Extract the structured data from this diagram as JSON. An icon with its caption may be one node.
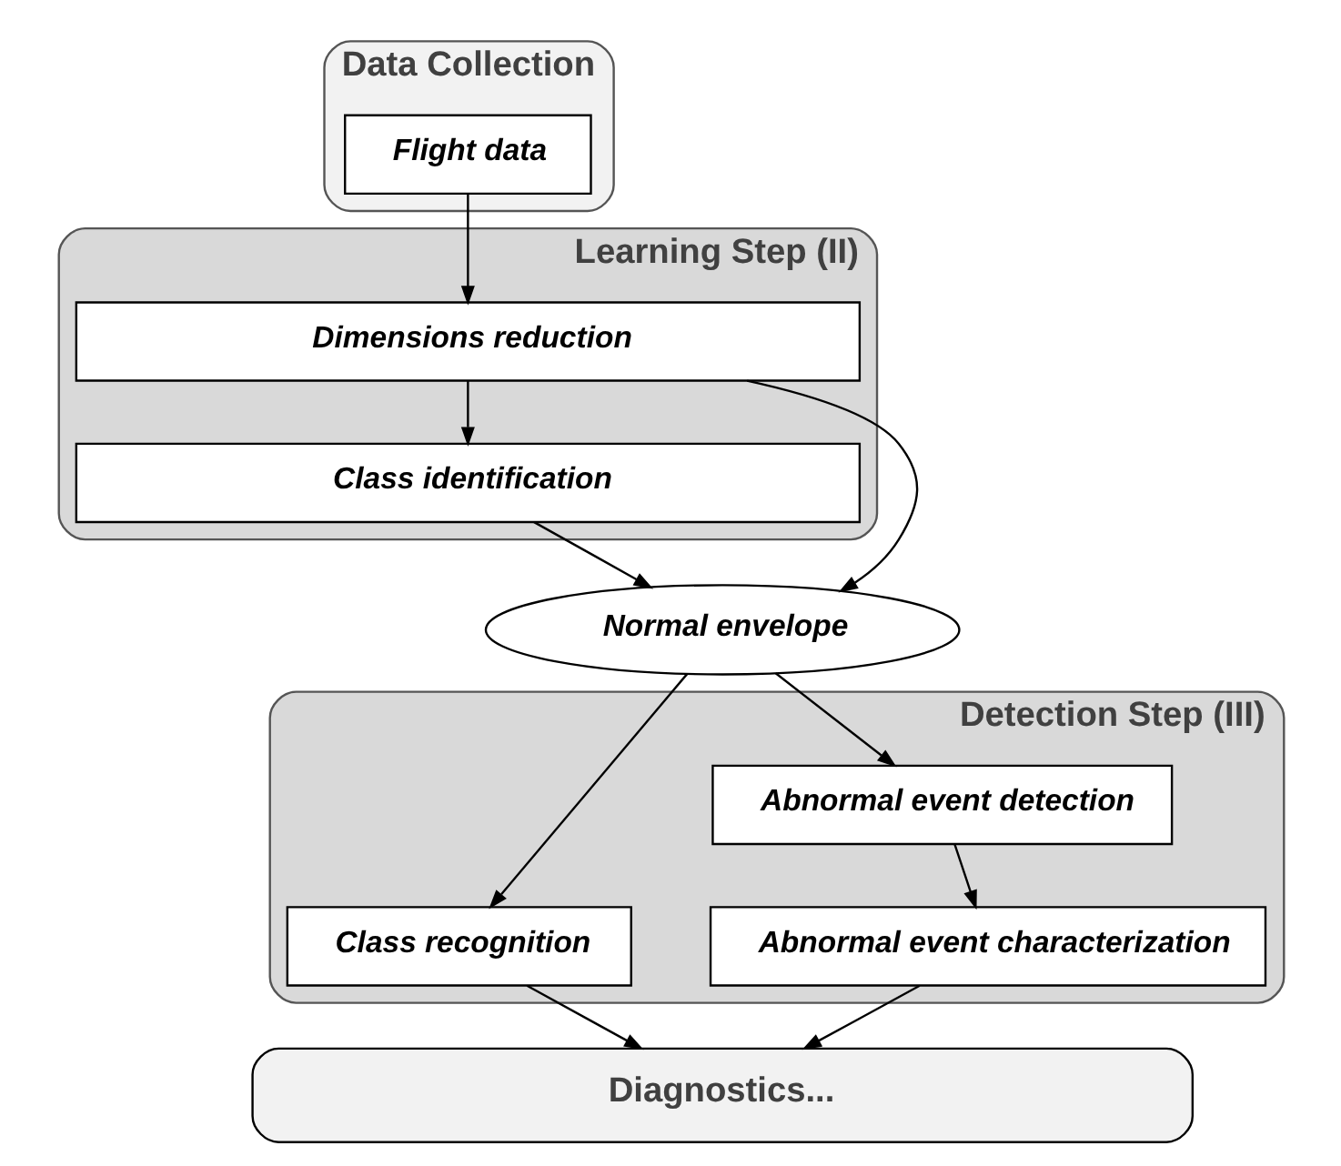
{
  "diagram": {
    "nodes": [
      {
        "text": [
          "Data Collection"
        ]
      },
      {
        "text": [
          "Flight data"
        ],
        "in": 0
      },
      {
        "text": [
          "Learning Step (II)"
        ]
      },
      {
        "text": [
          "Dimensions reduction"
        ],
        "in": 2
      },
      {
        "text": [
          "Class identification"
        ],
        "in": 2
      },
      {
        "text": [
          "Normal envelope"
        ]
      },
      {
        "text": [
          "Detection Step (III)"
        ]
      },
      {
        "text": [
          "Class recognition"
        ],
        "in": 6
      },
      {
        "text": [
          "Abnormal event detection"
        ],
        "in": 6
      },
      {
        "text": [
          "Abnormal event characterization"
        ],
        "in": 6
      },
      {
        "text": [
          "Diagnostics..."
        ]
      }
    ],
    "edges": [
      {
        "from": 1,
        "to": 3,
        "arrow": "to"
      },
      {
        "from": 3,
        "to": 4,
        "arrow": "to"
      },
      {
        "from": 3,
        "to": 5,
        "arrow": "to"
      },
      {
        "from": 4,
        "to": 5,
        "arrow": "to"
      },
      {
        "from": 5,
        "to": 7,
        "arrow": "to"
      },
      {
        "from": 5,
        "to": 8,
        "arrow": "to"
      },
      {
        "from": 8,
        "to": 9,
        "arrow": "to"
      },
      {
        "from": 7,
        "to": 10,
        "arrow": "to"
      },
      {
        "from": 9,
        "to": 10,
        "arrow": "to"
      }
    ]
  }
}
